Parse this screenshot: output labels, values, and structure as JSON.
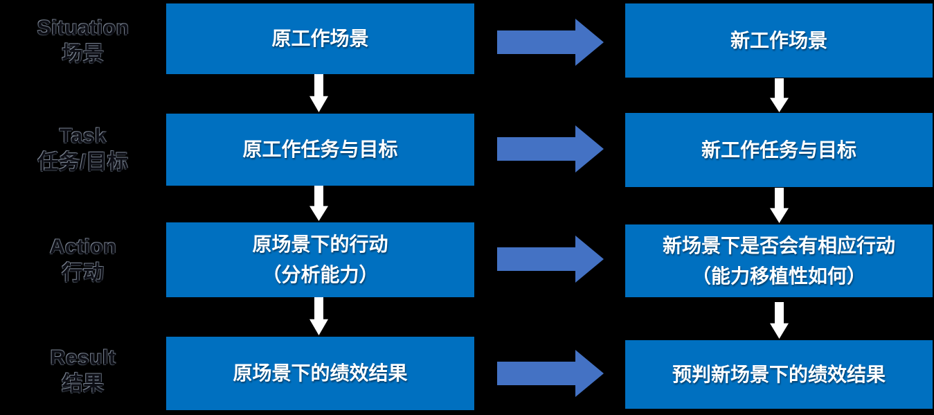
{
  "colors": {
    "background": "#000000",
    "box_blue": "#0070C0",
    "arrow_blue": "#4472C4",
    "box_text": "#ffffff",
    "label_text": "#0d0e15"
  },
  "rows": [
    {
      "label_en": "Situation",
      "label_zh": "场景",
      "mid_lines": [
        "原工作场景"
      ],
      "right_lines": [
        "新工作场景"
      ]
    },
    {
      "label_en": "Task",
      "label_zh": "任务/目标",
      "mid_lines": [
        "原工作任务与目标"
      ],
      "right_lines": [
        "新工作任务与目标"
      ]
    },
    {
      "label_en": "Action",
      "label_zh": "行动",
      "mid_lines": [
        "原场景下的行动",
        "（分析能力）"
      ],
      "right_lines": [
        "新场景下是否会有相应行动",
        "（能力移植性如何）"
      ]
    },
    {
      "label_en": "Result",
      "label_zh": "结果",
      "mid_lines": [
        "原场景下的绩效结果"
      ],
      "right_lines": [
        "预判新场景下的绩效结果"
      ]
    }
  ],
  "icons": {
    "horizontal_arrow": "right-arrow",
    "vertical_arrow": "down-arrow"
  }
}
